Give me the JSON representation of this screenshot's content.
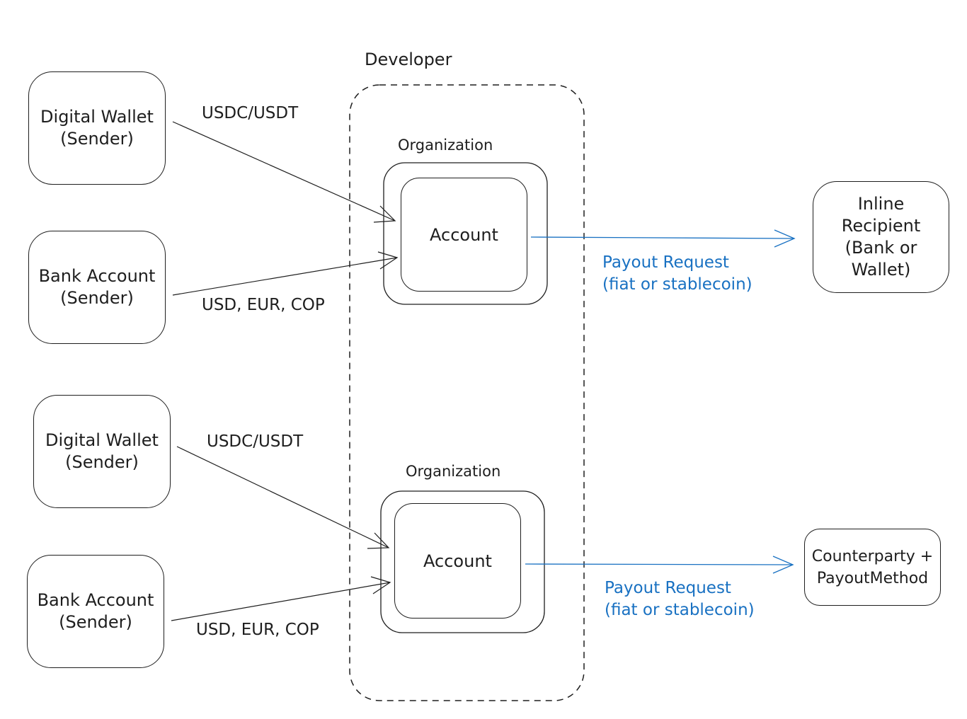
{
  "developer": {
    "label": "Developer"
  },
  "groups": [
    {
      "organization_label": "Organization",
      "account_label": "Account",
      "senders": [
        {
          "label": "Digital Wallet (Sender)",
          "currency": "USDC/USDT"
        },
        {
          "label": "Bank Account (Sender)",
          "currency": "USD, EUR, COP"
        }
      ],
      "payout": {
        "line1": "Payout Request",
        "line2": "(fiat or stablecoin)"
      },
      "recipient": {
        "label": "Inline Recipient (Bank or Wallet)"
      }
    },
    {
      "organization_label": "Organization",
      "account_label": "Account",
      "senders": [
        {
          "label": "Digital Wallet (Sender)",
          "currency": "USDC/USDT"
        },
        {
          "label": "Bank Account (Sender)",
          "currency": "USD, EUR, COP"
        }
      ],
      "payout": {
        "line1": "Payout Request",
        "line2": "(fiat or stablecoin)"
      },
      "recipient": {
        "label": "Counterparty + PayoutMethod"
      }
    }
  ],
  "colors": {
    "stroke": "#1e1e1e",
    "payout": "#1971c2"
  }
}
